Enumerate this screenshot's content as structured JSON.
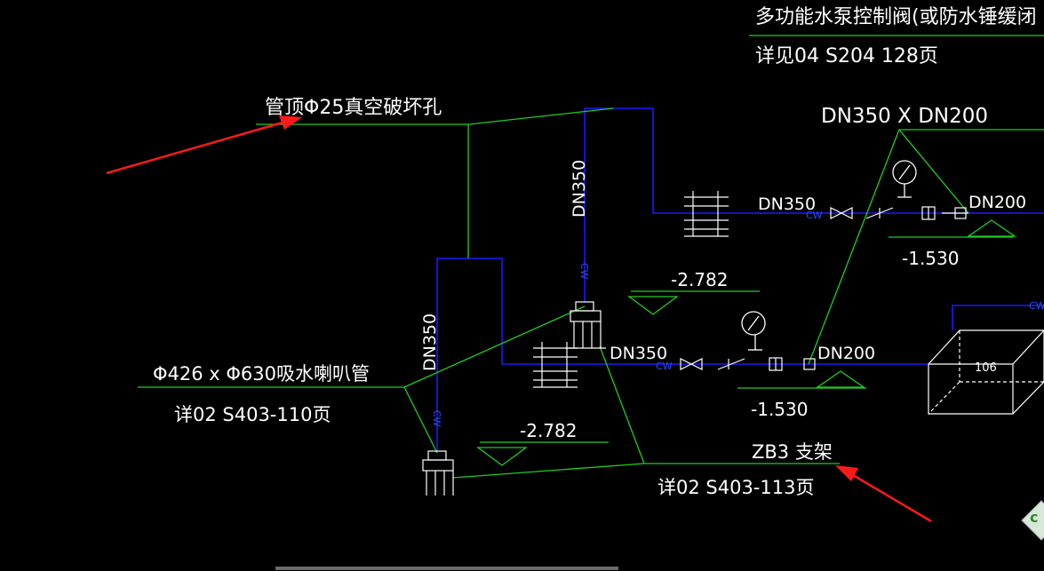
{
  "labels": {
    "multi_valve": "多功能水泵控制阀(或防水锤缓闭",
    "multi_valve_ref": "详见04 S204  128页",
    "vent_hole": "管顶Φ25真空破坏孔",
    "reducer_top": "DN350 X DN200",
    "dn350_a": "DN350",
    "dn200_a": "DN200",
    "elev_a": "-1.530",
    "dn350_vertical_a": "DN350",
    "dn350_vertical_b": "DN350",
    "elev_water_a": "-2.782",
    "dn350_b": "DN350",
    "dn200_b": "DN200",
    "elev_b": "-1.530",
    "suction_pipe": "Φ426 x Φ630吸水喇叭管",
    "suction_ref": "详02 S403-110页",
    "elev_water_b": "-2.782",
    "support": "ZB3 支架",
    "support_ref": "详02 S403-113页",
    "cw": "CW",
    "box_id": "106"
  },
  "colors": {
    "background": "#000000",
    "pipe": "#1a1aff",
    "leader": "#22cc22",
    "text": "#ffffff",
    "arrow": "#ff1a1a"
  },
  "icons": [
    "pressure-gauge-icon",
    "gate-valve-icon",
    "check-valve-icon",
    "elevation-marker-icon",
    "support-icon",
    "cad-corner-icon"
  ]
}
